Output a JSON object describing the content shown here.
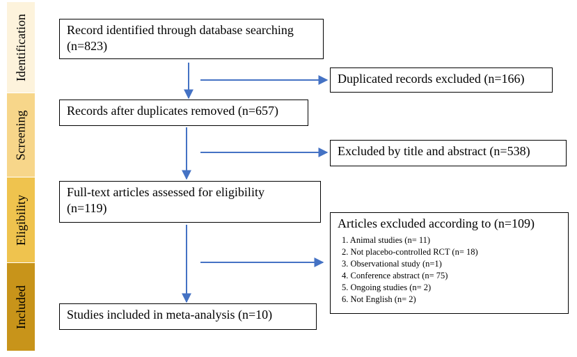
{
  "stages": [
    {
      "label": "Identification",
      "color": "#fdf3dc"
    },
    {
      "label": "Screening",
      "color": "#f7d68a"
    },
    {
      "label": "Eligibility",
      "color": "#efc34e"
    },
    {
      "label": "Included",
      "color": "#c8941a"
    }
  ],
  "boxes": {
    "identified": {
      "line1": "Record identified through database searching",
      "line2": "(n=823)"
    },
    "after_duplicates": {
      "line1": "Records after duplicates removed (n=657)"
    },
    "fulltext": {
      "line1": "Full-text articles assessed for eligibility",
      "line2": "(n=119)"
    },
    "included": {
      "line1": "Studies included in meta-analysis (n=10)"
    },
    "duplicates_excluded": {
      "line1": "Duplicated records excluded (n=166)"
    },
    "title_abstract_excluded": {
      "line1": "Excluded by title and abstract (n=538)"
    },
    "articles_excluded": {
      "title": "Articles excluded according to  (n=109)",
      "reasons": [
        "1. Animal studies (n= 11)",
        "2. Not placebo-controlled RCT (n= 18)",
        "3. Observational study (n=1)",
        "4. Conference abstract (n= 75)",
        "5. Ongoing studies (n= 2)",
        "6. Not English (n= 2)"
      ]
    }
  },
  "colors": {
    "arrow": "#4472c4",
    "border": "#000000"
  }
}
